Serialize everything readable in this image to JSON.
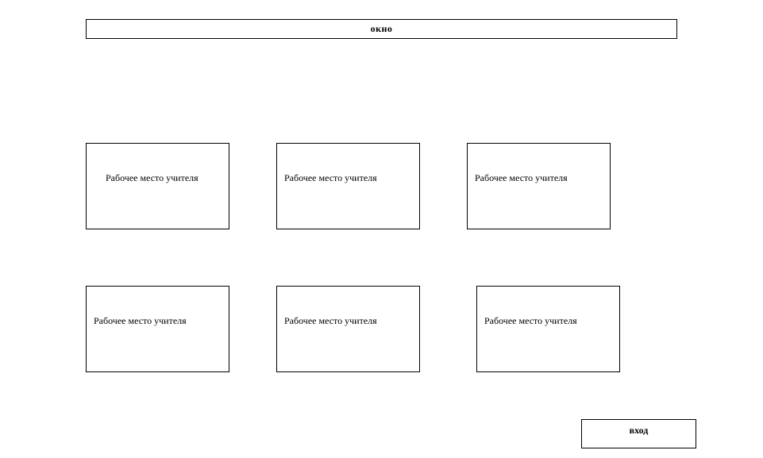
{
  "window": {
    "label": "окно"
  },
  "desks": [
    {
      "label": "Рабочее место учителя"
    },
    {
      "label": "Рабочее место учителя"
    },
    {
      "label": "Рабочее место учителя"
    },
    {
      "label": "Рабочее место учителя"
    },
    {
      "label": "Рабочее место учителя"
    },
    {
      "label": "Рабочее место учителя"
    }
  ],
  "entrance": {
    "label": "вход"
  }
}
